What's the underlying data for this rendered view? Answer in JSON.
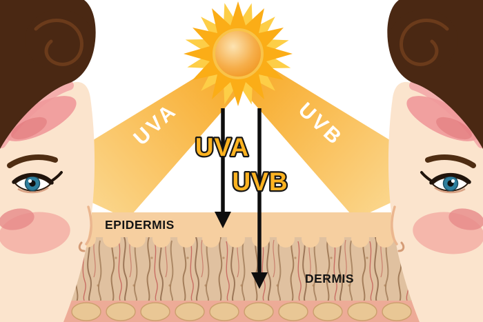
{
  "scene": {
    "description_labels": {
      "beam_uva": "UVA",
      "beam_uvb": "UVB",
      "ray_uva": "UVA",
      "ray_uvb": "UVB",
      "epidermis": "EPIDERMIS",
      "dermis": "DERMIS"
    },
    "icons": {
      "sun": "sun-icon",
      "uva_arrow": "down-arrow-icon",
      "uvb_arrow": "down-arrow-icon",
      "left_face": "sunburned-face-illustration",
      "right_face": "sunburned-face-illustration"
    },
    "colors": {
      "background": "#FFFFFF",
      "sun_spikes": "#FBAD17",
      "sun_spikes_light": "#FDCE47",
      "sun_core": "#EF8E12",
      "beam_start": "#F8AC2D",
      "beam_end": "#FBD993",
      "beam_text": "#FFFFFF",
      "ray_label_fill": "#FDB321",
      "ray_label_outline": "#161616",
      "arrow": "#0E0E0E",
      "epidermis": "#F6CFA0",
      "dermis": "#E0C1A0",
      "dermis_lines": "#8F6743",
      "vessels": "#C0504D",
      "stones": "#E9C795",
      "stone_gap": "#EDAB97",
      "hair": "#4A2813",
      "skin": "#FBE4CD",
      "blush": "#F3AFA4",
      "sunburn": "#F0999B",
      "iris": "#2E7F9E",
      "layer_text": "#141414"
    }
  }
}
